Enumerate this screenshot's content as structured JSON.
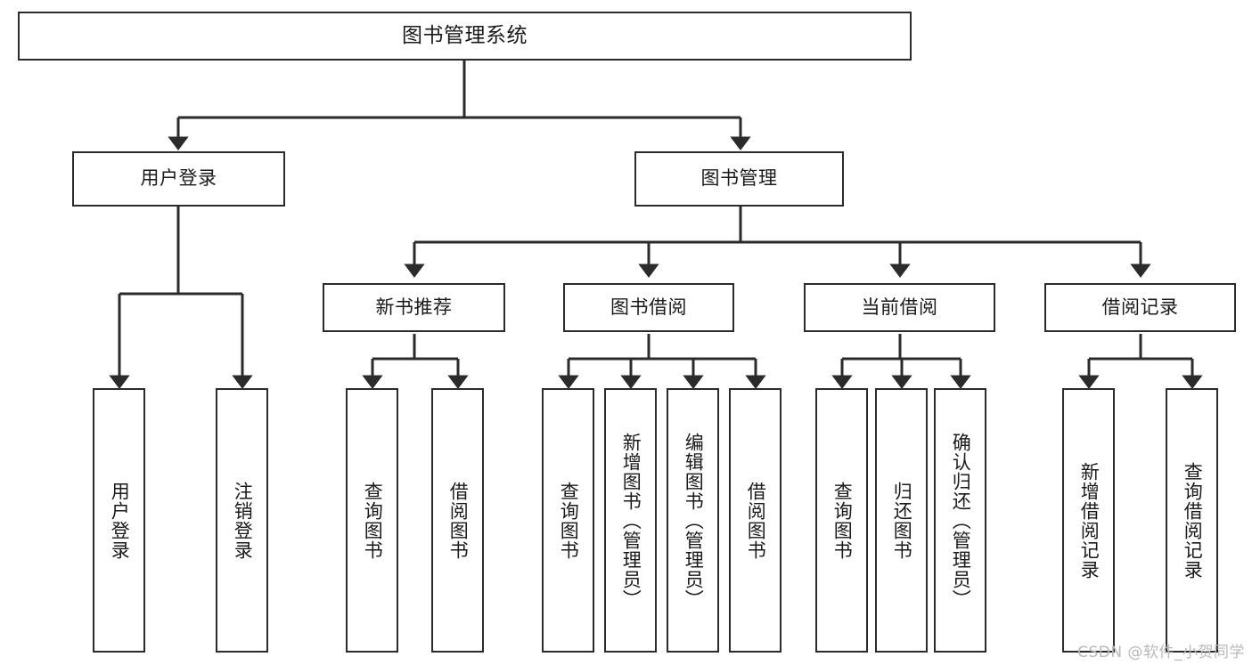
{
  "diagram": {
    "title": "图书管理系统",
    "watermark": "CSDN @软件_小贺同学",
    "levels": {
      "level2": [
        {
          "label": "用户登录"
        },
        {
          "label": "图书管理"
        }
      ],
      "level3": [
        {
          "label": "新书推荐"
        },
        {
          "label": "图书借阅"
        },
        {
          "label": "当前借阅"
        },
        {
          "label": "借阅记录"
        }
      ],
      "leaves": [
        {
          "label": "用户登录",
          "parent": "用户登录"
        },
        {
          "label": "注销登录",
          "parent": "用户登录"
        },
        {
          "label": "查询图书",
          "parent": "新书推荐"
        },
        {
          "label": "借阅图书",
          "parent": "新书推荐"
        },
        {
          "label": "查询图书",
          "parent": "图书借阅"
        },
        {
          "label": "新增图书（管理员）",
          "parent": "图书借阅"
        },
        {
          "label": "编辑图书（管理员）",
          "parent": "图书借阅"
        },
        {
          "label": "借阅图书",
          "parent": "图书借阅"
        },
        {
          "label": "查询图书",
          "parent": "当前借阅"
        },
        {
          "label": "归还图书",
          "parent": "当前借阅"
        },
        {
          "label": "确认归还（管理员）",
          "parent": "当前借阅"
        },
        {
          "label": "新增借阅记录",
          "parent": "借阅记录"
        },
        {
          "label": "查询借阅记录",
          "parent": "借阅记录"
        }
      ]
    },
    "colors": {
      "stroke": "#2b2b2b",
      "background": "#ffffff",
      "text": "#1a1a1a",
      "watermark": "#b9b9b9"
    }
  }
}
